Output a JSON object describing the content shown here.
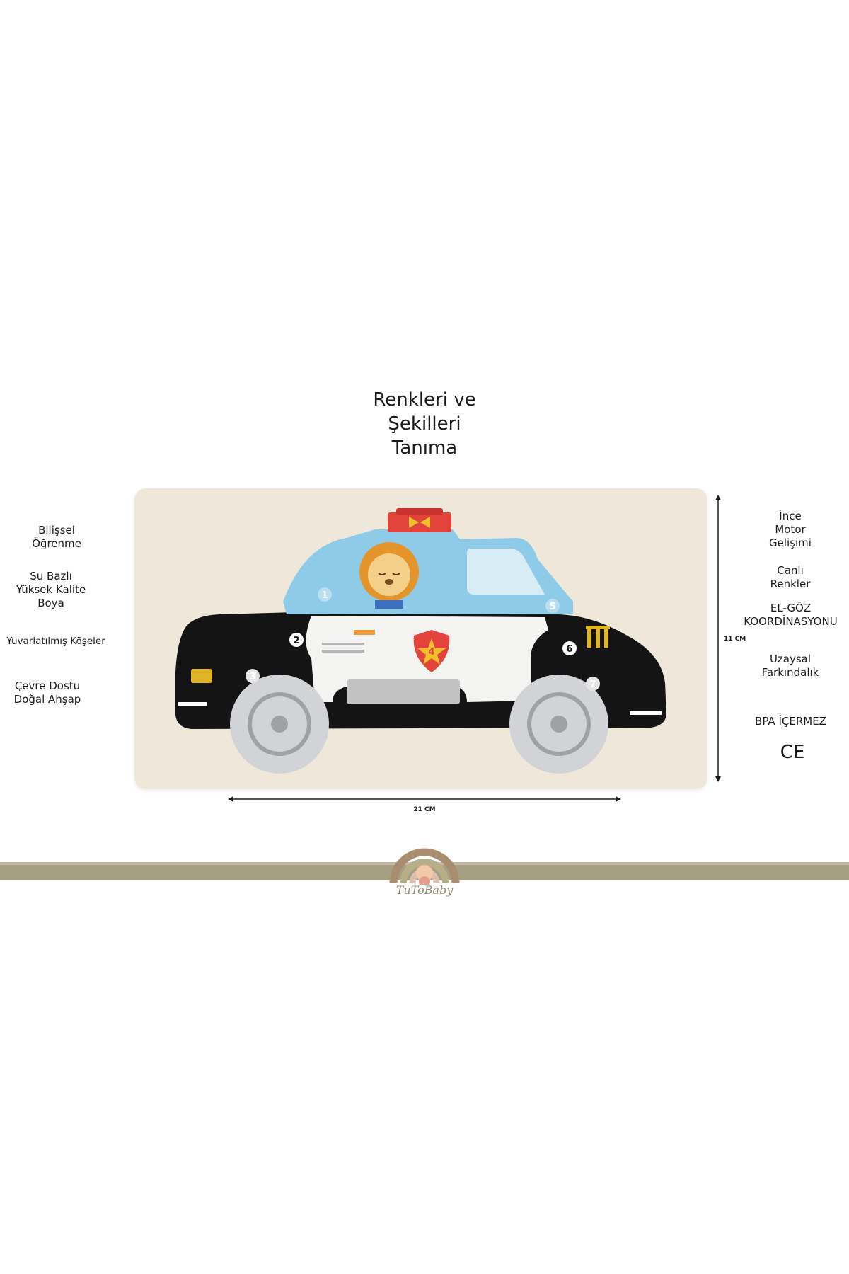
{
  "title": "Renkleri ve\nŞekilleri\nTanıma",
  "left_features": [
    "Bilişsel\nÖğrenme",
    "Su Bazlı\nYüksek Kalite\nBoya",
    "Yuvarlatılmış Köşeler",
    "Çevre Dostu\nDoğal Ahşap"
  ],
  "right_features": [
    "İnce\nMotor\nGelişimi",
    "Canlı\nRenkler",
    "EL-GÖZ\nKOORDİNASYONU",
    "Uzaysal\nFarkındalık",
    "BPA İÇERMEZ"
  ],
  "ce_mark": "CE",
  "dimensions": {
    "width": "21 CM",
    "height": "11 CM"
  },
  "puzzle_numbers": [
    "1",
    "2",
    "3",
    "4",
    "5",
    "6",
    "7"
  ],
  "brand": "TuToBaby",
  "colors": {
    "board": "#efe8da",
    "car_body": "#141414",
    "roof": "#8ecbe8",
    "wheel": "#d2d3d6",
    "siren": "#e2443c",
    "band": "#a59f84"
  }
}
